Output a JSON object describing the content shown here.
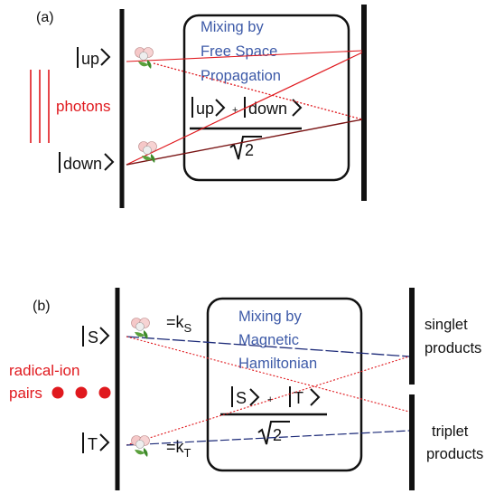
{
  "panel_a": {
    "label": "(a)",
    "box_lines": [
      "Mixing by",
      "Free Space",
      "Propagation"
    ],
    "ket_up": "up",
    "ket_down": "down",
    "numerator_up": "up",
    "plus": "+",
    "numerator_down": "down",
    "sqrt_arg": "2",
    "photons_label": "photons"
  },
  "panel_b": {
    "label": "(b)",
    "box_lines": [
      "Mixing by",
      "Magnetic",
      "Hamiltonian"
    ],
    "ket_s": "S",
    "ket_t": "T",
    "rate_s": "=k",
    "rate_s_sub": "S",
    "rate_t": "=k",
    "rate_t_sub": "T",
    "numerator_s": "S",
    "plus": "+",
    "numerator_t": "T",
    "sqrt_arg": "2",
    "pairs_label_1": "radical-ion",
    "pairs_label_2": "pairs",
    "singlet_1": "singlet",
    "singlet_2": "products",
    "triplet_1": "triplet",
    "triplet_2": "products"
  },
  "colors": {
    "ink": "#111111",
    "blue_text": "#3d5aa8",
    "red": "#e0191e",
    "navy_ray": "#1c2a78"
  }
}
